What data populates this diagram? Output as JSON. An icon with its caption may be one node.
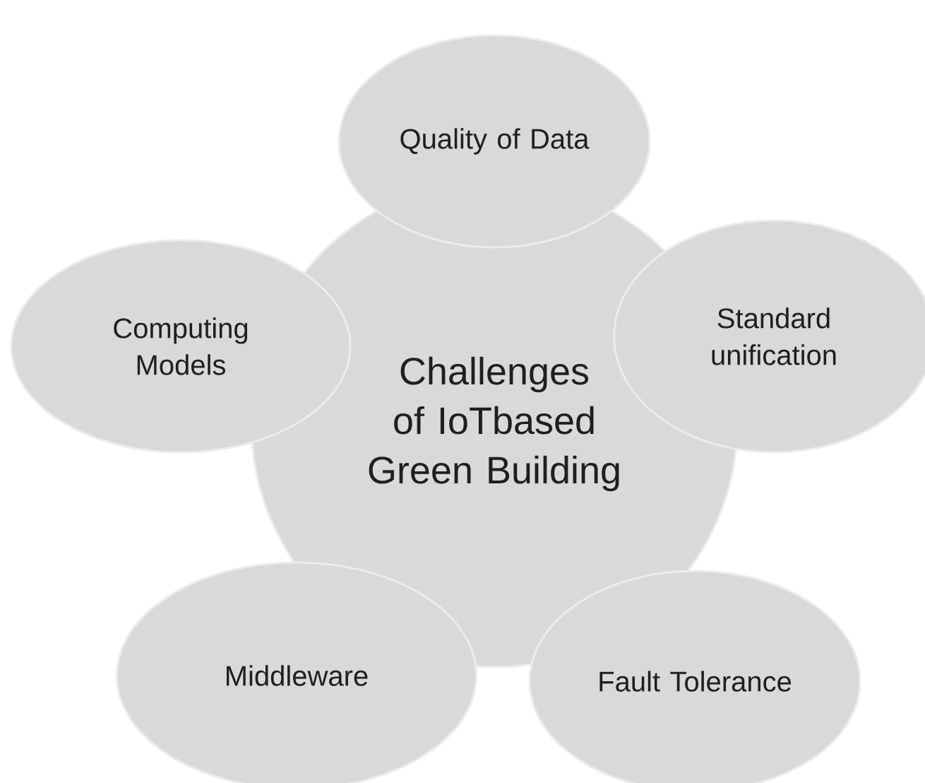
{
  "diagram": {
    "nodes": [
      {
        "text": [
          "Challenges of IoTbased Green Building"
        ]
      },
      {
        "text": [
          "Quality of Data"
        ]
      },
      {
        "text": [
          "Standard unification"
        ]
      },
      {
        "text": [
          "Computing Models"
        ]
      },
      {
        "text": [
          "Middleware"
        ]
      },
      {
        "text": [
          "Fault Tolerance"
        ]
      }
    ]
  }
}
